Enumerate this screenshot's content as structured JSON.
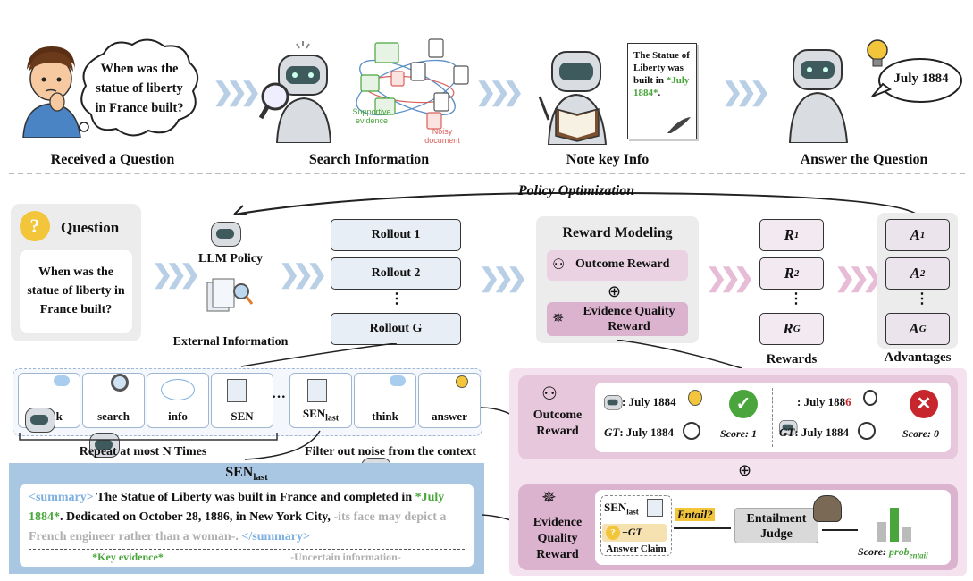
{
  "top": {
    "question_bubble": "When was the statue of liberty in France built?",
    "answer_bubble": "July 1884",
    "steps": [
      "Received a Question",
      "Search Information",
      "Note key Info",
      "Answer the Question"
    ],
    "search_doc_labels": {
      "supportive": "Supportive evidence",
      "noisy": "Noisy document"
    },
    "note_paper": {
      "text": "The Statue of Liberty was built in",
      "highlight": "*July 1884*",
      "end": "."
    }
  },
  "middle": {
    "policy_optimization": "Policy Optimization",
    "question_title": "Question",
    "question_text": "When was the statue of liberty in France built?",
    "llm_policy": "LLM Policy",
    "external_info": "External Information",
    "rollouts": [
      "Rollout 1",
      "Rollout 2",
      "⋮",
      "Rollout G"
    ],
    "reward_modeling_title": "Reward Modeling",
    "outcome_reward": "Outcome Reward",
    "oplus": "⊕",
    "evidence_quality_reward": "Evidence Quality Reward",
    "rewards": [
      "R",
      "R",
      "⋮",
      "R"
    ],
    "reward_subs": [
      "1",
      "2",
      "",
      "G"
    ],
    "rewards_label": "Rewards",
    "advantages": [
      "A",
      "A",
      "⋮",
      "A"
    ],
    "advantage_subs": [
      "1",
      "2",
      "",
      "G"
    ],
    "advantages_label": "Advantages"
  },
  "trajectory": {
    "tiles": [
      "think",
      "search",
      "info",
      "SEN",
      "SEN",
      "think",
      "answer"
    ],
    "sen_last_sub": "last",
    "ellipsis": "···",
    "repeat": "Repeat at most N Times",
    "filter": "Filter out noise from the context"
  },
  "sen_panel": {
    "title": "SEN",
    "title_sub": "last",
    "summary_open": "<summary>",
    "text1": " The Statue of Liberty was built in France and completed in ",
    "key": "*July 1884*",
    "text2": ". Dedicated on October 28, 1886, in New York City, ",
    "uncertain": "-its face may depict a French engineer rather than a woman-.",
    "summary_close": " </summary>",
    "legend_key": "*Key evidence*",
    "legend_uncertain": "-Uncertain information-"
  },
  "outcome_panel": {
    "label": "Outcome Reward",
    "left_pred": ": July 1884",
    "left_gt_prefix": "GT",
    "left_gt": ": July 1884",
    "left_score": "Score: 1",
    "right_pred_a": ": July 188",
    "right_pred_b": "6",
    "right_gt_prefix": "GT",
    "right_gt": ": July 1884",
    "right_score": "Score: 0"
  },
  "evidence_panel": {
    "label": "Evidence Quality Reward",
    "sen": "SEN",
    "sen_sub": "last",
    "plus_gt": "+GT",
    "answer_claim": "Answer Claim",
    "entail": "Entail?",
    "judge": "Entailment Judge",
    "score_prefix": "Score: ",
    "score_val": "prob",
    "score_sub": "entail"
  },
  "colors": {
    "blue_panel": "#a9c6e3",
    "pink_panel": "#f1dce8",
    "green": "#4aa63c",
    "red": "#c8262d",
    "gold": "#f3c53a"
  }
}
